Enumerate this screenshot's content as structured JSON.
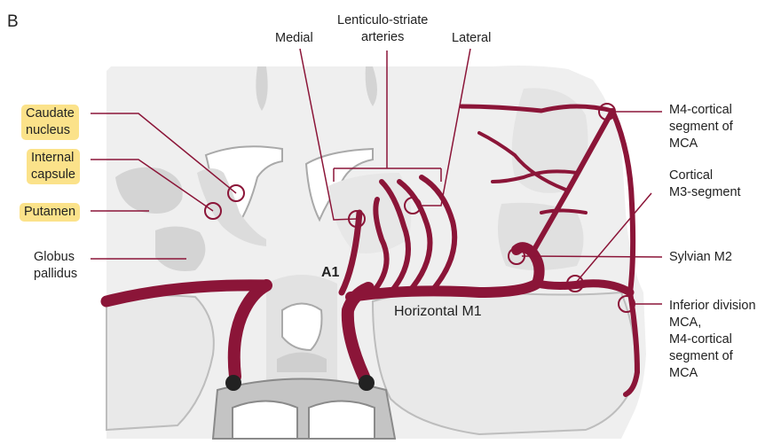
{
  "panel_letter": "B",
  "labels": {
    "lenticulo_striate": "Lenticulo-striate\narteries",
    "medial": "Medial",
    "lateral": "Lateral",
    "caudate_nucleus": "Caudate\nnucleus",
    "internal_capsule": "Internal\ncapsule",
    "putamen": "Putamen",
    "globus_pallidus": "Globus\npallidus",
    "a1": "A1",
    "horizontal_m1": "Horizontal M1",
    "m4_cortical": "M4-cortical\nsegment of\nMCA",
    "cortical_m3": "Cortical\nM3-segment",
    "sylvian_m2": "Sylvian M2",
    "inferior_division": "Inferior division\nMCA,\nM4-cortical\nsegment of\nMCA"
  },
  "colors": {
    "artery": "#8b1538",
    "brain_light": "#efefef",
    "brain_mid": "#d4d4d4",
    "brain_dark": "#a9a9a9",
    "highlight": "#fbe28a"
  }
}
